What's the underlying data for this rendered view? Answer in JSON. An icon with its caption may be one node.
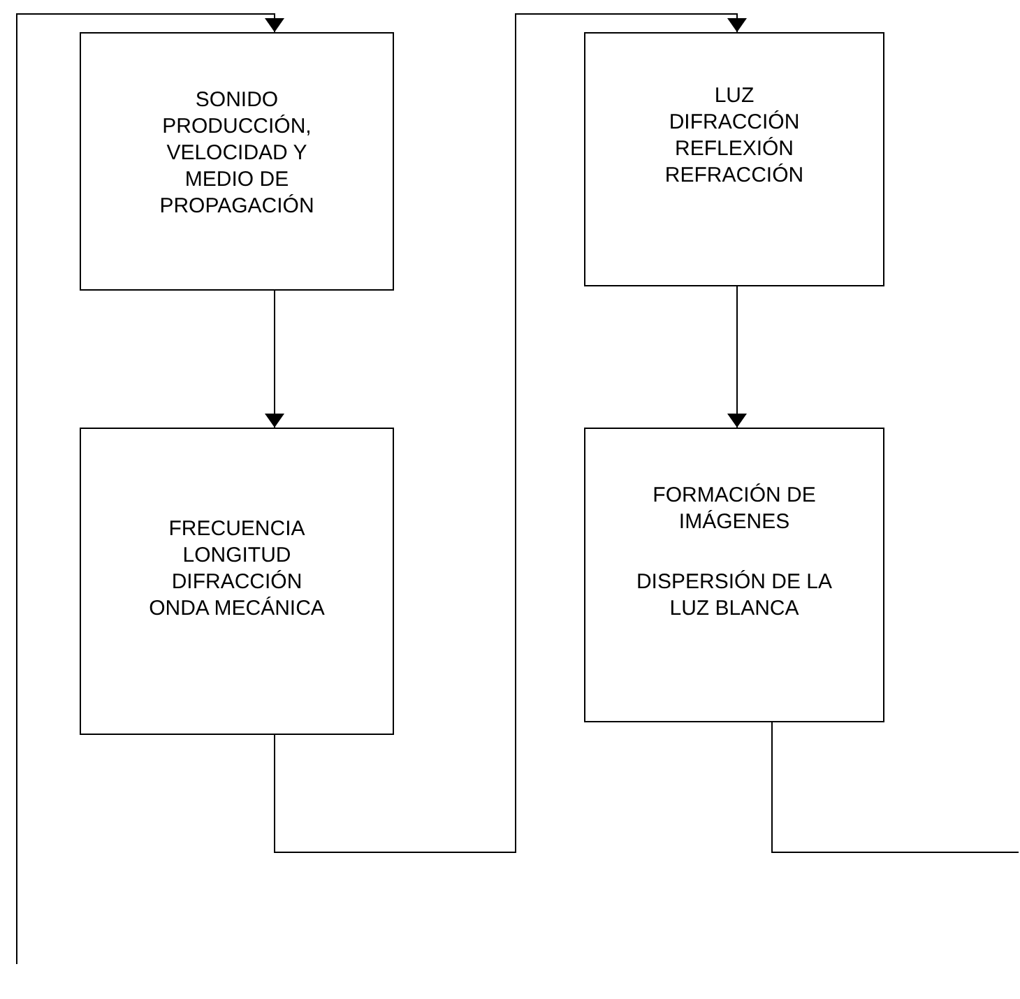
{
  "diagram": {
    "nodes": [
      {
        "text": [
          "SONIDO",
          "PRODUCCIÓN, VELOCIDAD Y MEDIO DE PROPAGACIÓN"
        ]
      },
      {
        "text": [
          "FRECUENCIA",
          "LONGITUD",
          "DIFRACCIÓN",
          "ONDA MECÁNICA"
        ]
      },
      {
        "text": [
          "LUZ",
          "DIFRACCIÓN",
          "REFLEXIÓN",
          "REFRACCIÓN"
        ]
      },
      {
        "text": [
          "FORMACIÓN DE IMÁGENES",
          "DISPERSIÓN DE LA LUZ BLANCA"
        ]
      }
    ],
    "edges": [
      {
        "from": 0,
        "to": 1,
        "arrow": "to"
      },
      {
        "from": 1,
        "to": 2,
        "arrow": "to"
      },
      {
        "from": 2,
        "to": 3,
        "arrow": "to"
      },
      {
        "from": 3,
        "to": null,
        "arrow": "none"
      },
      {
        "from": null,
        "to": 0,
        "arrow": "to"
      }
    ]
  }
}
